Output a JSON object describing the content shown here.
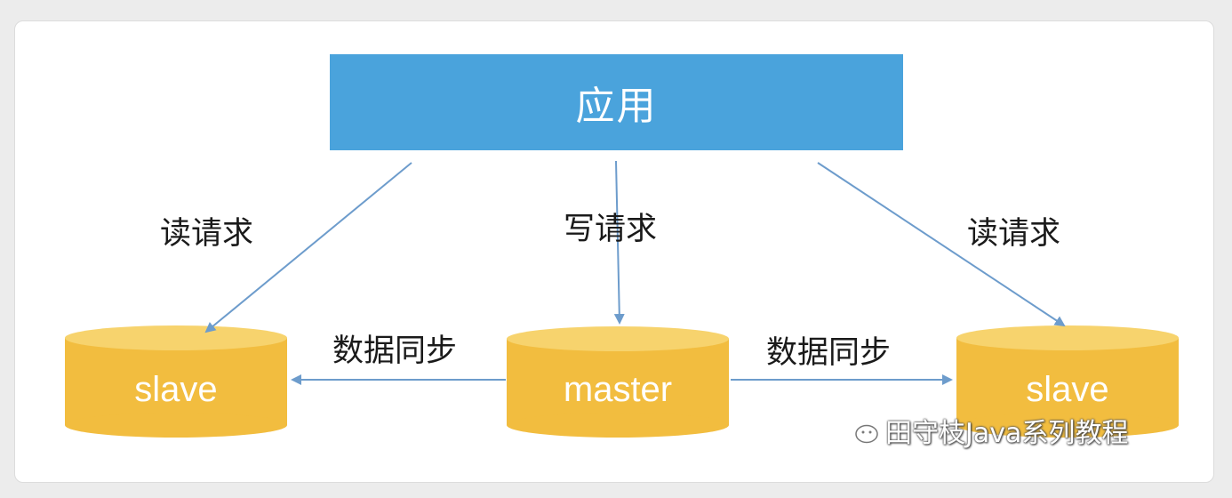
{
  "app": {
    "label": "应用"
  },
  "arrows": {
    "left_read": "读请求",
    "write": "写请求",
    "right_read": "读请求"
  },
  "sync": {
    "left": "数据同步",
    "right": "数据同步"
  },
  "databases": {
    "left": "slave",
    "center": "master",
    "right": "slave"
  },
  "watermark": {
    "icon": "wechat-icon",
    "text": "田守枝Java系列教程"
  },
  "colors": {
    "app_box": "#4aa3dc",
    "db_fill": "#f2bd3f",
    "db_top": "#f7d36d",
    "arrow": "#6d9ccc"
  }
}
